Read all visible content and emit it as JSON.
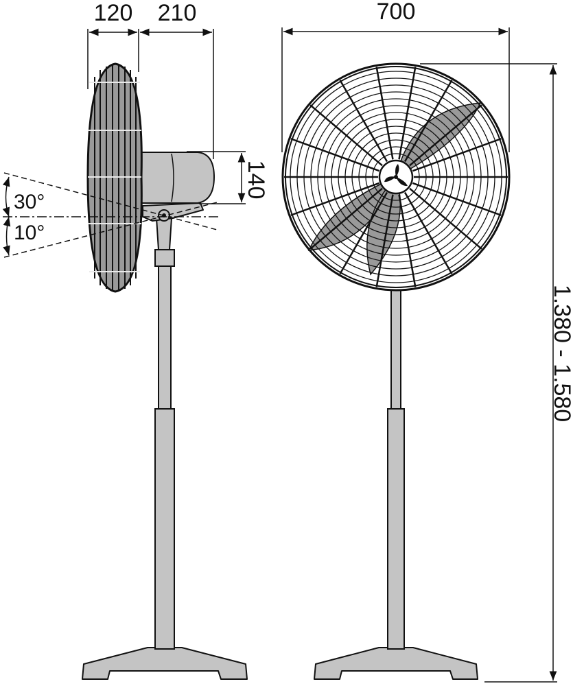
{
  "colors": {
    "metal": "#c4c4c4",
    "blade": "#9a9a9a",
    "line": "#111111",
    "background": "#ffffff"
  },
  "dimensions": {
    "guard_depth": "120",
    "motor_depth": "210",
    "diameter": "700",
    "motor_height": "140",
    "total_height": "1.380 - 1.580"
  },
  "angles": {
    "tilt_up": "30°",
    "tilt_down": "10°"
  }
}
